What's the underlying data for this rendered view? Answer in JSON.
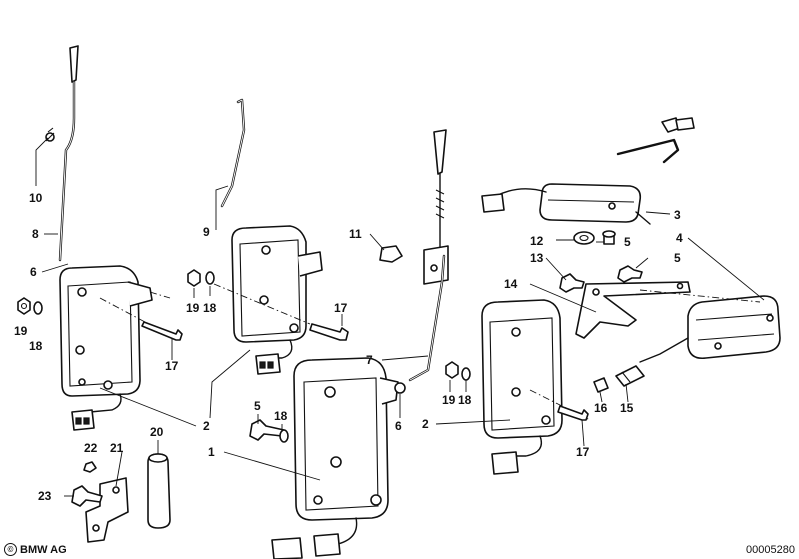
{
  "callouts": [
    {
      "label": "10"
    },
    {
      "label": "8"
    },
    {
      "label": "6"
    },
    {
      "label": "19"
    },
    {
      "label": "18"
    },
    {
      "label": "17"
    },
    {
      "label": "2"
    },
    {
      "label": "9"
    },
    {
      "label": "19"
    },
    {
      "label": "18"
    },
    {
      "label": "17"
    },
    {
      "label": "11"
    },
    {
      "label": "7"
    },
    {
      "label": "5"
    },
    {
      "label": "18"
    },
    {
      "label": "1"
    },
    {
      "label": "6"
    },
    {
      "label": "19"
    },
    {
      "label": "18"
    },
    {
      "label": "2"
    },
    {
      "label": "3"
    },
    {
      "label": "12"
    },
    {
      "label": "5"
    },
    {
      "label": "4"
    },
    {
      "label": "13"
    },
    {
      "label": "5"
    },
    {
      "label": "14"
    },
    {
      "label": "16"
    },
    {
      "label": "15"
    },
    {
      "label": "17"
    },
    {
      "label": "22"
    },
    {
      "label": "21"
    },
    {
      "label": "20"
    },
    {
      "label": "23"
    }
  ],
  "footer": {
    "brand_mark": "©",
    "brand": "BMW AG",
    "doc_number": "00005280"
  }
}
